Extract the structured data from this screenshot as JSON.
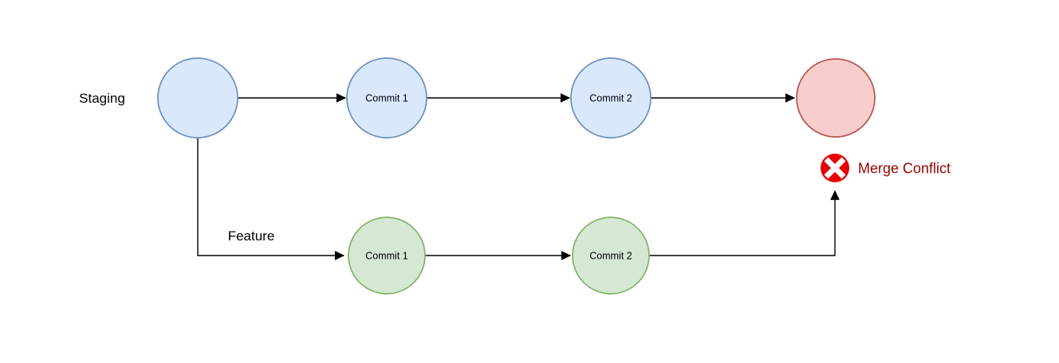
{
  "diagram": {
    "type": "git-branching-merge-conflict",
    "branches": {
      "staging": {
        "label": "Staging"
      },
      "feature": {
        "label": "Feature"
      }
    },
    "nodes": {
      "staging_root": {
        "label": "",
        "fill": "#dae8fc",
        "stroke": "#6c8ebf"
      },
      "staging_commit1": {
        "label": "Commit 1",
        "fill": "#dae8fc",
        "stroke": "#6c8ebf"
      },
      "staging_commit2": {
        "label": "Commit 2",
        "fill": "#dae8fc",
        "stroke": "#6c8ebf"
      },
      "merge_target": {
        "label": "",
        "fill": "#f8cecc",
        "stroke": "#b85450"
      },
      "feature_commit1": {
        "label": "Commit 1",
        "fill": "#d5e8d4",
        "stroke": "#82b366"
      },
      "feature_commit2": {
        "label": "Commit 2",
        "fill": "#d5e8d4",
        "stroke": "#82b366"
      }
    },
    "conflict": {
      "label": "Merge Conflict",
      "text_color": "#990000",
      "icon_fill": "#e60000",
      "icon_glyph_color": "#ffffff"
    },
    "colors": {
      "arrow": "#000000",
      "background": "#ffffff"
    }
  }
}
